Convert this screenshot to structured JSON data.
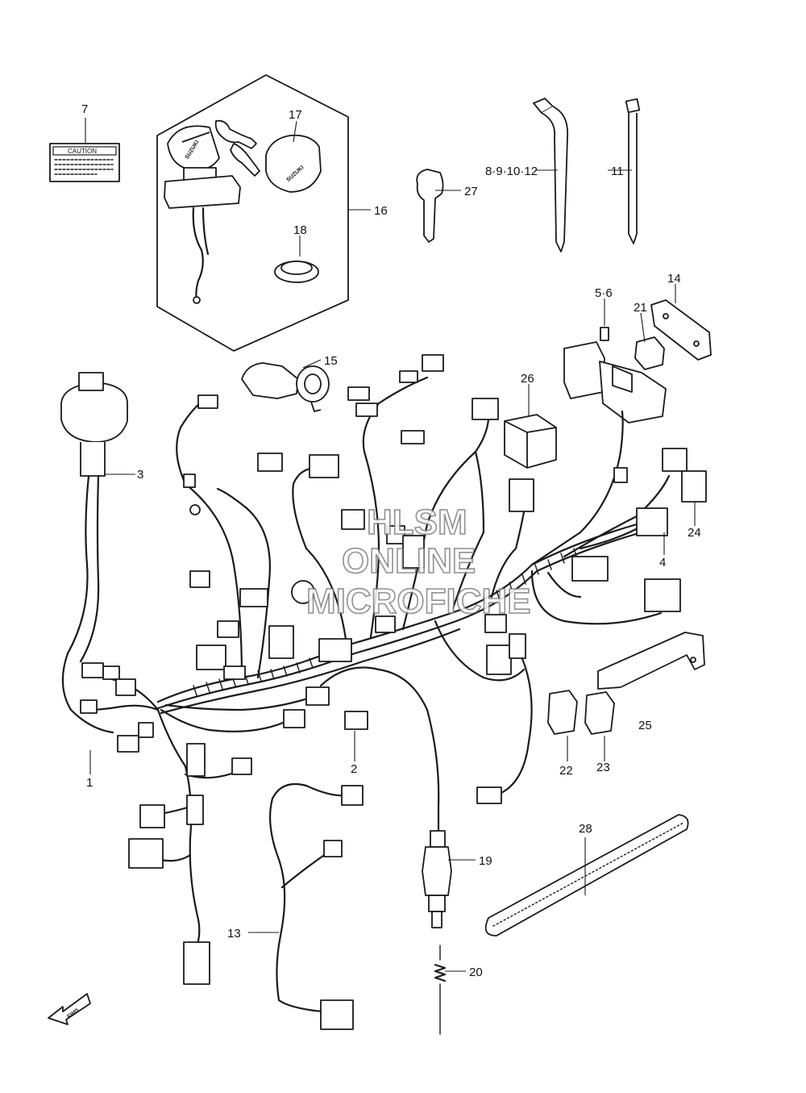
{
  "callouts": {
    "c1": "1",
    "c2": "2",
    "c3": "3",
    "c4": "4",
    "c56": "5·6",
    "c7": "7",
    "c8_12": "8·9·10·12",
    "c11": "11",
    "c13": "13",
    "c14": "14",
    "c15": "15",
    "c16": "16",
    "c17": "17",
    "c18": "18",
    "c19": "19",
    "c20": "20",
    "c21": "21",
    "c22": "22",
    "c23": "23",
    "c24": "24",
    "c25": "25",
    "c26": "26",
    "c27": "27",
    "c28": "28"
  },
  "labels": {
    "caution": "CAUTION",
    "fwd": "FWD",
    "switch_brand": "SUZUKI"
  },
  "watermark": {
    "line1": "HLSM",
    "line2": "ONLINE",
    "line3": "MICROFICHE"
  },
  "colors": {
    "ink": "#1a1a1a",
    "watermark_stroke": "#7d7d7d",
    "background": "#ffffff"
  }
}
